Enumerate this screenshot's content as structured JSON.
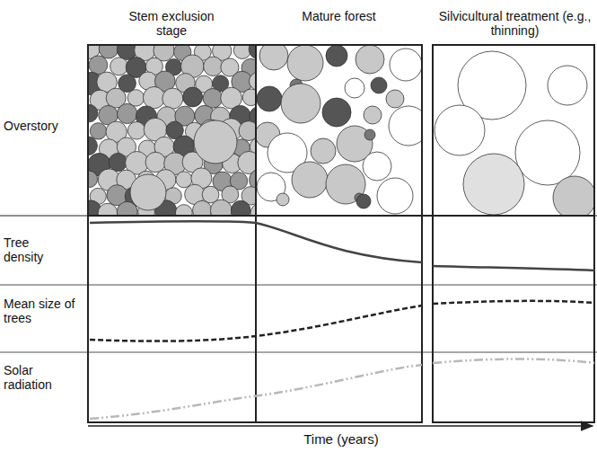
{
  "diagram": {
    "labels": [
      "Stem exclusion stage",
      "Mature forest",
      "Silvicultural treatment (e.g., thinning)",
      "Overstory",
      "Tree density",
      "Mean size of trees",
      "Solar radiation",
      "Time (years)"
    ]
  }
}
